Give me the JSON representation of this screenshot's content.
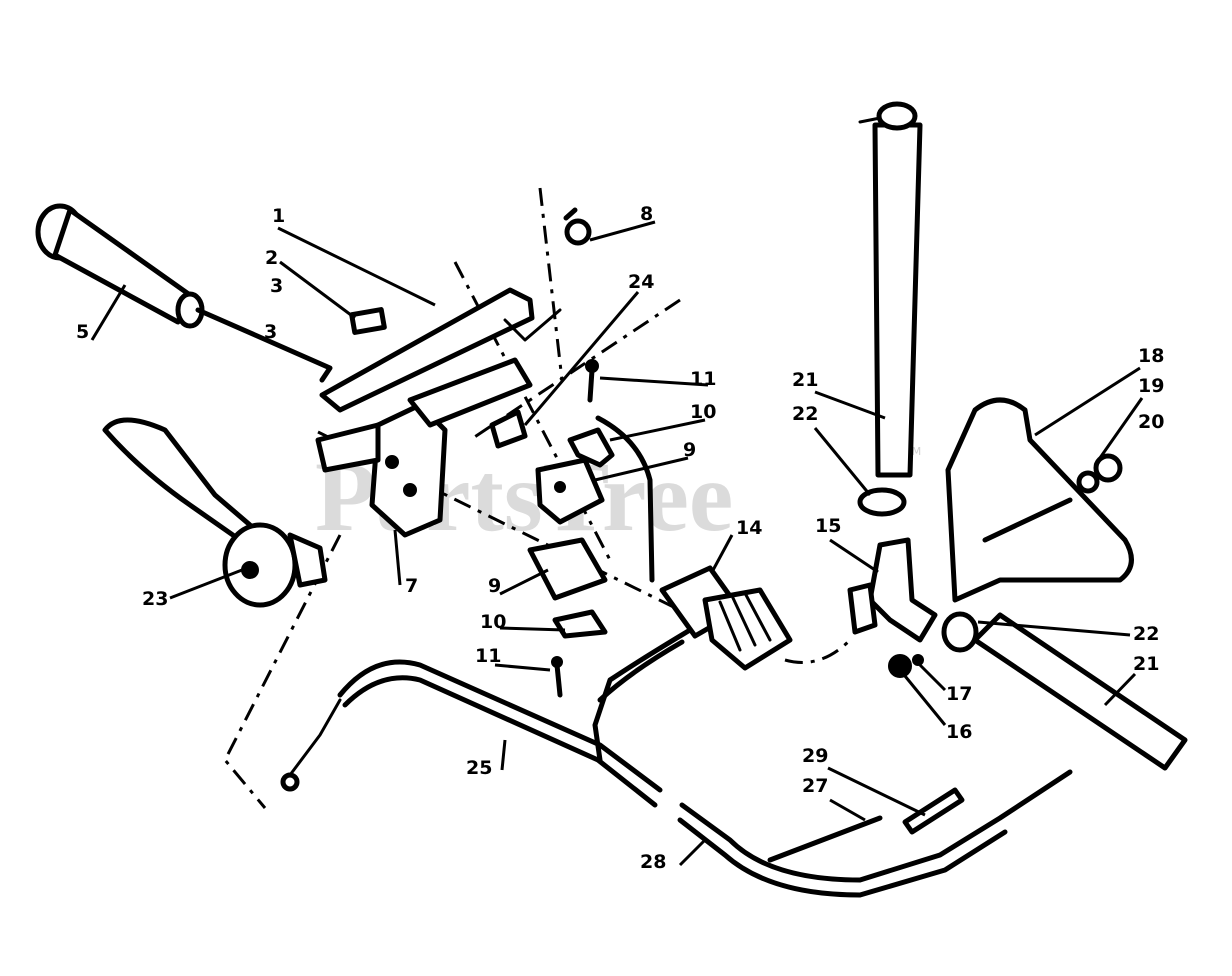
{
  "watermark": {
    "text": "PartsTree",
    "trademark": "TM"
  },
  "callouts": [
    "1",
    "2",
    "3",
    "3",
    "5",
    "8",
    "24",
    "11",
    "10",
    "9",
    "9",
    "10",
    "11",
    "14",
    "7",
    "23",
    "21",
    "22",
    "18",
    "19",
    "20",
    "15",
    "22",
    "21",
    "17",
    "16",
    "25",
    "29",
    "27",
    "28"
  ]
}
